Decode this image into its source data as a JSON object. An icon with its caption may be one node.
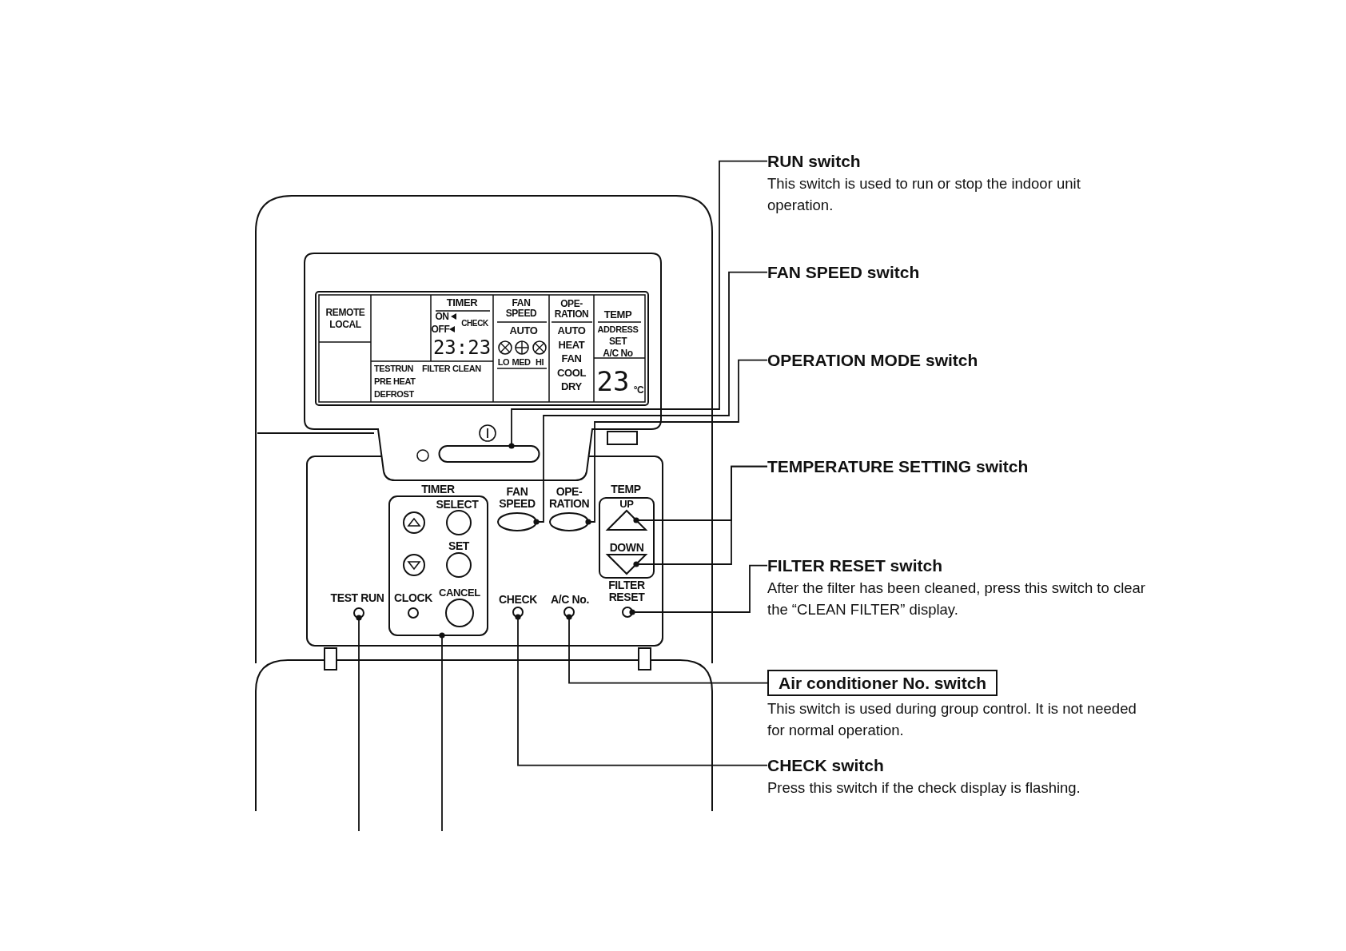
{
  "diagram": {
    "nodes": [
      {
        "text": [
          "RUN switch",
          "This switch is used to run or stop the indoor unit operation."
        ]
      },
      {
        "text": [
          "FAN SPEED switch"
        ]
      },
      {
        "text": [
          "OPERATION MODE switch"
        ]
      },
      {
        "text": [
          "TEMPERATURE SETTING switch"
        ]
      },
      {
        "text": [
          "FILTER RESET switch",
          "After the filter has been cleaned, press this switch to clear the “CLEAN FILTER” display."
        ]
      },
      {
        "text": [
          "Air conditioner No. switch",
          "This switch is used during group control. It is not needed for normal operation."
        ]
      },
      {
        "text": [
          "CHECK switch",
          "Press this switch if the check display is flashing."
        ]
      },
      {
        "text": [],
        "shape": "bar"
      },
      {
        "text": [],
        "shape": "ellipse"
      },
      {
        "text": [],
        "shape": "ellipse"
      },
      {
        "text": [],
        "shape": "triangle",
        "beside": [
          "UP"
        ]
      },
      {
        "text": [],
        "shape": "triangle",
        "beside": [
          "DOWN"
        ]
      },
      {
        "text": [],
        "shape": "circle"
      },
      {
        "text": [],
        "shape": "circle"
      },
      {
        "text": [],
        "shape": "circle"
      },
      {
        "text": [],
        "shape": "circle"
      },
      {
        "text": [],
        "shape": "box"
      }
    ],
    "edges": [
      {
        "from": 0,
        "to": 7,
        "arrow": "other"
      },
      {
        "from": 1,
        "to": 8,
        "arrow": "other"
      },
      {
        "from": 2,
        "to": 9,
        "arrow": "other"
      },
      {
        "from": 3,
        "to": 10,
        "arrow": "other"
      },
      {
        "from": 3,
        "to": 11,
        "arrow": "other"
      },
      {
        "from": 4,
        "to": 15,
        "arrow": "other"
      },
      {
        "from": 5,
        "to": 14,
        "arrow": "other"
      },
      {
        "from": 6,
        "to": 13,
        "arrow": "other"
      },
      {
        "from": null,
        "to": 12,
        "arrow": "other"
      },
      {
        "from": null,
        "to": 16,
        "arrow": "other"
      }
    ],
    "labels": [
      "REMOTE",
      "LOCAL",
      "TIMER",
      "ON",
      "CHECK",
      "OFF",
      "23:23",
      "FAN SPEED",
      "AUTO",
      "LO",
      "MED",
      "HI",
      "OPE- RATION",
      "AUTO",
      "HEAT",
      "FAN",
      "COOL",
      "DRY",
      "TEMP",
      "ADDRESS",
      "SET",
      "A/C No",
      "23",
      "°C",
      "TESTRUN",
      "FILTER CLEAN",
      "PRE HEAT",
      "DEFROST",
      "TIMER",
      "FAN SPEED",
      "OPE- RATION",
      "TEMP",
      "SELECT",
      "SET",
      "FILTER RESET",
      "TEST RUN",
      "CLOCK",
      "CANCEL",
      "CHECK",
      "A/C No."
    ]
  }
}
